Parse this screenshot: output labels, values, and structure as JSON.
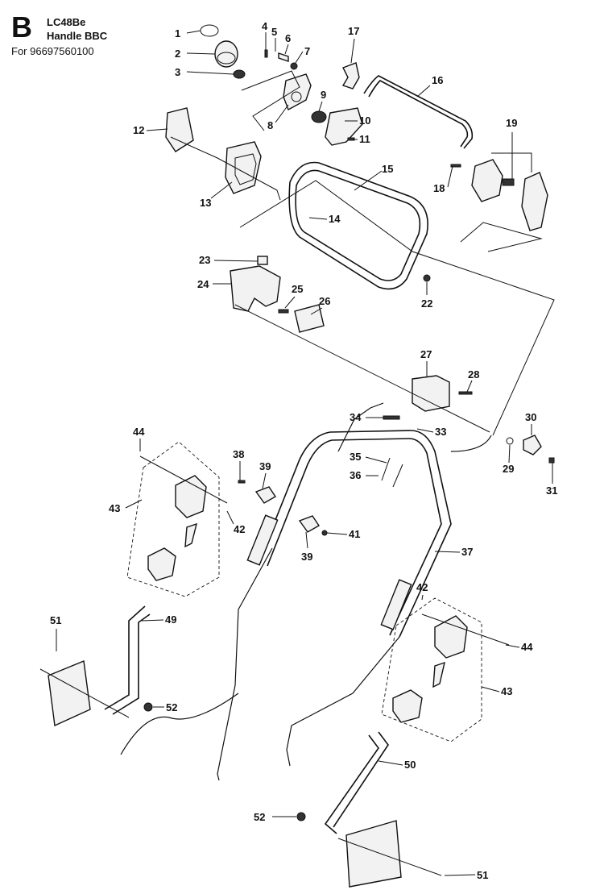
{
  "header": {
    "section": "B",
    "model": "LC48Be",
    "subtitle": "Handle BBC",
    "serial": "For 96697560100"
  },
  "callouts": [
    "1",
    "2",
    "3",
    "4",
    "5",
    "6",
    "7",
    "8",
    "9",
    "10",
    "11",
    "12",
    "13",
    "14",
    "15",
    "16",
    "17",
    "18",
    "19",
    "22",
    "23",
    "24",
    "25",
    "26",
    "27",
    "28",
    "29",
    "30",
    "31",
    "33",
    "34",
    "35",
    "36",
    "37",
    "38",
    "39",
    "39",
    "41",
    "42",
    "42",
    "43",
    "43",
    "44",
    "44",
    "49",
    "50",
    "51",
    "51",
    "52",
    "52"
  ]
}
